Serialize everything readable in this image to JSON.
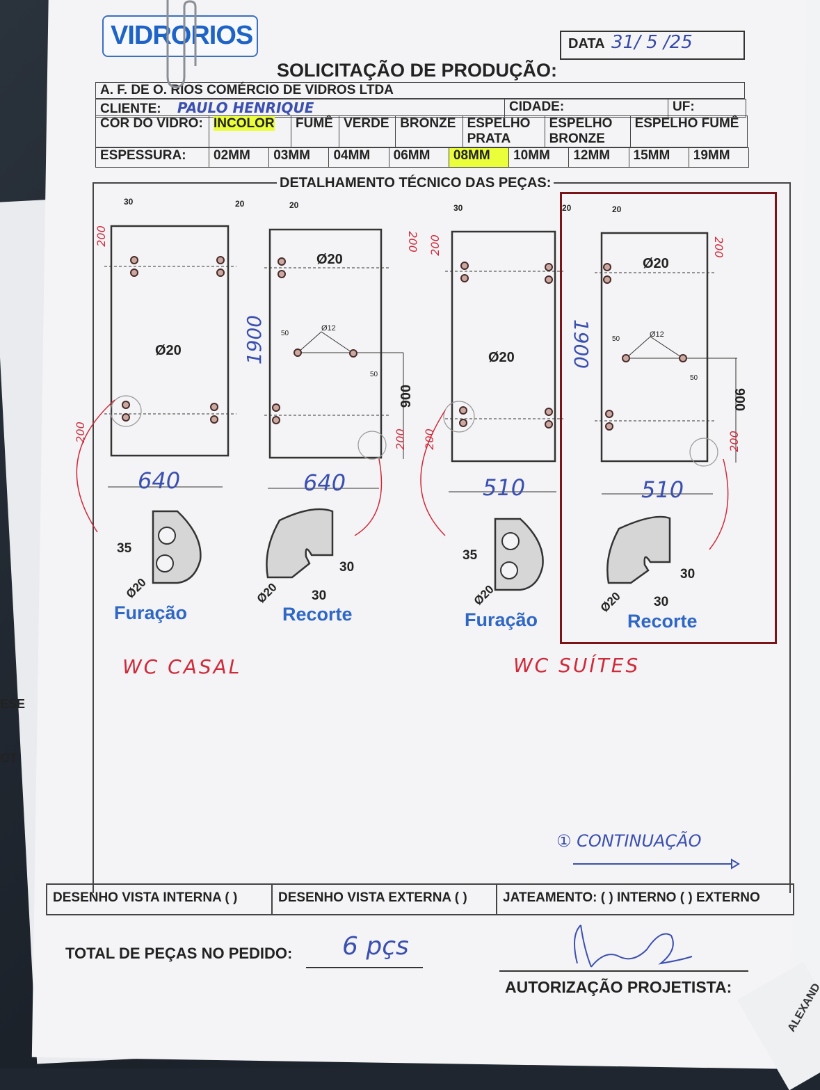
{
  "under": {
    "left_text_1": "ESE",
    "left_text_2": "OT",
    "sticker_text": "ALEXAND"
  },
  "logo": "VIDRORIOS",
  "date": {
    "label": "DATA",
    "value": "31/ 5 /25"
  },
  "title": "SOLICITAÇÃO DE PRODUÇÃO:",
  "company": "A. F. DE O. RIOS COMÉRCIO DE VIDROS LTDA",
  "client": {
    "label": "CLIENTE:",
    "value": "PAULO HENRIQUE",
    "city_label": "CIDADE:",
    "uf_label": "UF:"
  },
  "glass_color": {
    "label": "COR DO VIDRO:",
    "options": [
      "INCOLOR",
      "FUMÊ",
      "VERDE",
      "BRONZE",
      "ESPELHO PRATA",
      "ESPELHO BRONZE",
      "ESPELHO FUMÊ"
    ],
    "selected": "INCOLOR"
  },
  "thickness": {
    "label": "ESPESSURA:",
    "options": [
      "02MM",
      "03MM",
      "04MM",
      "06MM",
      "08MM",
      "10MM",
      "12MM",
      "15MM",
      "19MM"
    ],
    "selected": "08MM"
  },
  "detail_title": "DETALHAMENTO TÉCNICO DAS PEÇAS:",
  "drawings": [
    {
      "top_offset": "30",
      "right_offset": "20",
      "hole_offset": "200",
      "height": "1900",
      "hole_label": "Ø20",
      "bottom_offset": "200",
      "width": "640"
    },
    {
      "left_offset": "20",
      "hole_label": "Ø20",
      "hole_offset": "200",
      "slot_label": "Ø12",
      "slot_dim": "50",
      "slot_dim2": "50",
      "height_mark": "900",
      "bottom_offset": "200",
      "width": "640"
    },
    {
      "top_offset": "30",
      "right_offset": "20",
      "hole_offset": "200",
      "hole_label": "Ø20",
      "bottom_offset": "200",
      "width": "510"
    },
    {
      "left_offset": "20",
      "hole_label": "Ø20",
      "hole_offset": "200",
      "height": "1900",
      "slot_label": "Ø12",
      "slot_dim": "50",
      "slot_dim2": "50",
      "height_mark": "900",
      "bottom_offset": "200",
      "width": "510"
    }
  ],
  "details": [
    {
      "label": "Furação",
      "d1": "35",
      "d2": "Ø20"
    },
    {
      "label": "Recorte",
      "d1": "30",
      "d2": "30",
      "d3": "Ø20"
    },
    {
      "label": "Furação",
      "d1": "35",
      "d2": "Ø20"
    },
    {
      "label": "Recorte",
      "d1": "30",
      "d2": "30",
      "d3": "Ø20"
    }
  ],
  "notes": {
    "left": "WC CASAL",
    "right": "WC SUÍTES",
    "continuation": "① CONTINUAÇÃO"
  },
  "views": {
    "internal": "DESENHO VISTA INTERNA ( )",
    "external": "DESENHO VISTA EXTERNA ( )",
    "blasting": "JATEAMENTO: ( ) INTERNO ( ) EXTERNO"
  },
  "total": {
    "label": "TOTAL DE PEÇAS NO PEDIDO:",
    "value": "6 pçs"
  },
  "authorization": {
    "label": "AUTORIZAÇÃO PROJETISTA:"
  },
  "colors": {
    "highlight": "#eaff3a",
    "logo_blue": "#1f63c6",
    "ink_blue": "#3a4fb0",
    "ink_red": "#cf2a3a",
    "box_border": "#7a1418"
  }
}
